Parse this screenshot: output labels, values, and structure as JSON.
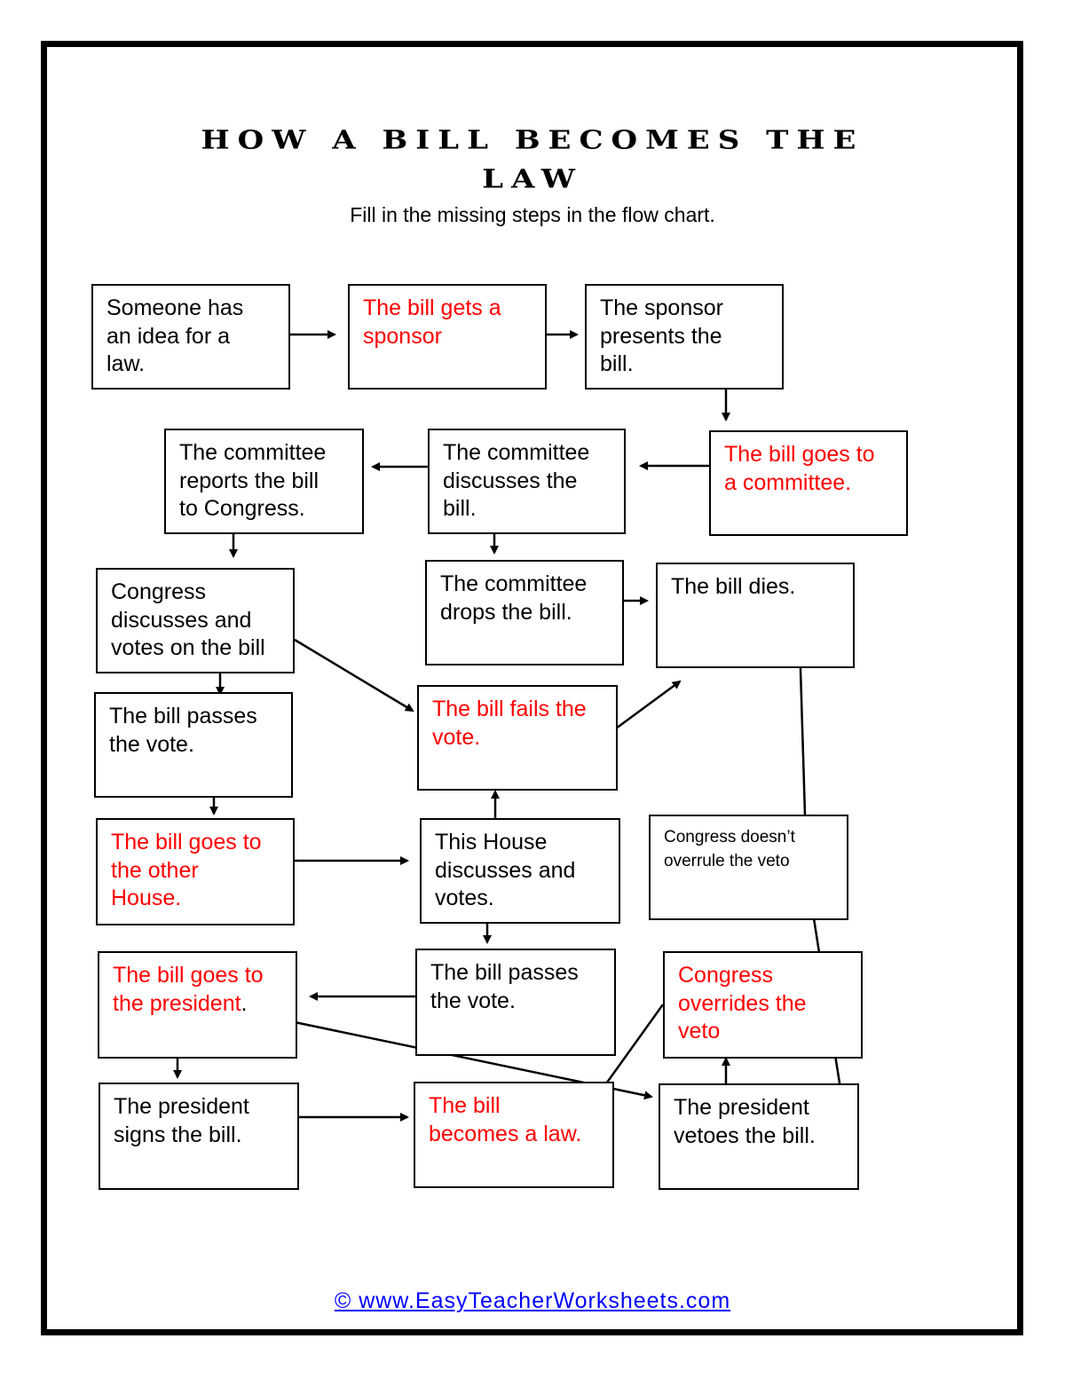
{
  "title": {
    "line1": "HOW A BILL BECOMES THE",
    "line2": "LAW"
  },
  "subtitle": "Fill in the missing steps in the flow chart.",
  "colors": {
    "answer_text": "#ff0000",
    "given_text": "#000000",
    "link": "#0000ff"
  },
  "steps": {
    "idea": {
      "text": "Someone has\nan idea for a\nlaw.",
      "type": "given"
    },
    "sponsor": {
      "text": "The bill gets a\nsponsor",
      "type": "answer"
    },
    "presents": {
      "text": "The sponsor\npresents the\nbill.",
      "type": "given"
    },
    "goes_committee": {
      "text": "The bill goes to\na committee.",
      "type": "answer"
    },
    "committee_discusses": {
      "text": "The committee\ndiscusses the\nbill.",
      "type": "given"
    },
    "committee_reports": {
      "text": "The committee\nreports the bill\nto Congress.",
      "type": "given"
    },
    "committee_drops": {
      "text": "The committee\ndrops the bill.",
      "type": "given"
    },
    "bill_dies": {
      "text": "The bill dies.",
      "type": "given"
    },
    "congress_votes": {
      "text": "Congress\ndiscusses and\nvotes on the bill",
      "type": "given"
    },
    "passes_vote_1": {
      "text": "The bill passes\nthe vote.",
      "type": "given"
    },
    "fails_vote": {
      "text": "The bill fails the\nvote.",
      "type": "answer"
    },
    "other_house": {
      "text": "The bill goes to\nthe other\nHouse.",
      "type": "answer"
    },
    "house_votes": {
      "text": "This House\ndiscusses and\nvotes.",
      "type": "given"
    },
    "no_overrule": {
      "text": "Congress doesn’t\noverrule the veto",
      "type": "given"
    },
    "to_president": {
      "text": "The bill goes to\nthe president",
      "trailing": ".",
      "type": "answer"
    },
    "passes_vote_2": {
      "text": "The bill passes\nthe vote.",
      "type": "given"
    },
    "overrides": {
      "text": "Congress\noverrides the\nveto",
      "type": "answer"
    },
    "signs": {
      "text": "The president\nsigns the bill.",
      "type": "given"
    },
    "becomes_law": {
      "text": "The bill\nbecomes a law.",
      "type": "answer"
    },
    "vetoes": {
      "text": "The president\nvetoes the bill.",
      "type": "given"
    }
  },
  "connections": [
    [
      "idea",
      "sponsor"
    ],
    [
      "sponsor",
      "presents"
    ],
    [
      "presents",
      "goes_committee"
    ],
    [
      "goes_committee",
      "committee_discusses"
    ],
    [
      "committee_discusses",
      "committee_reports"
    ],
    [
      "committee_discusses",
      "committee_drops"
    ],
    [
      "committee_drops",
      "bill_dies"
    ],
    [
      "committee_reports",
      "congress_votes"
    ],
    [
      "congress_votes",
      "passes_vote_1"
    ],
    [
      "congress_votes",
      "fails_vote"
    ],
    [
      "fails_vote",
      "bill_dies"
    ],
    [
      "passes_vote_1",
      "other_house"
    ],
    [
      "other_house",
      "house_votes"
    ],
    [
      "house_votes",
      "fails_vote"
    ],
    [
      "house_votes",
      "passes_vote_2"
    ],
    [
      "passes_vote_2",
      "to_president"
    ],
    [
      "to_president",
      "signs"
    ],
    [
      "to_president",
      "vetoes"
    ],
    [
      "signs",
      "becomes_law"
    ],
    [
      "vetoes",
      "overrides"
    ],
    [
      "overrides",
      "becomes_law"
    ],
    [
      "vetoes",
      "no_overrule"
    ],
    [
      "no_overrule",
      "bill_dies"
    ]
  ],
  "footer": {
    "link_text": "© www.EasyTeacherWorksheets.com"
  }
}
